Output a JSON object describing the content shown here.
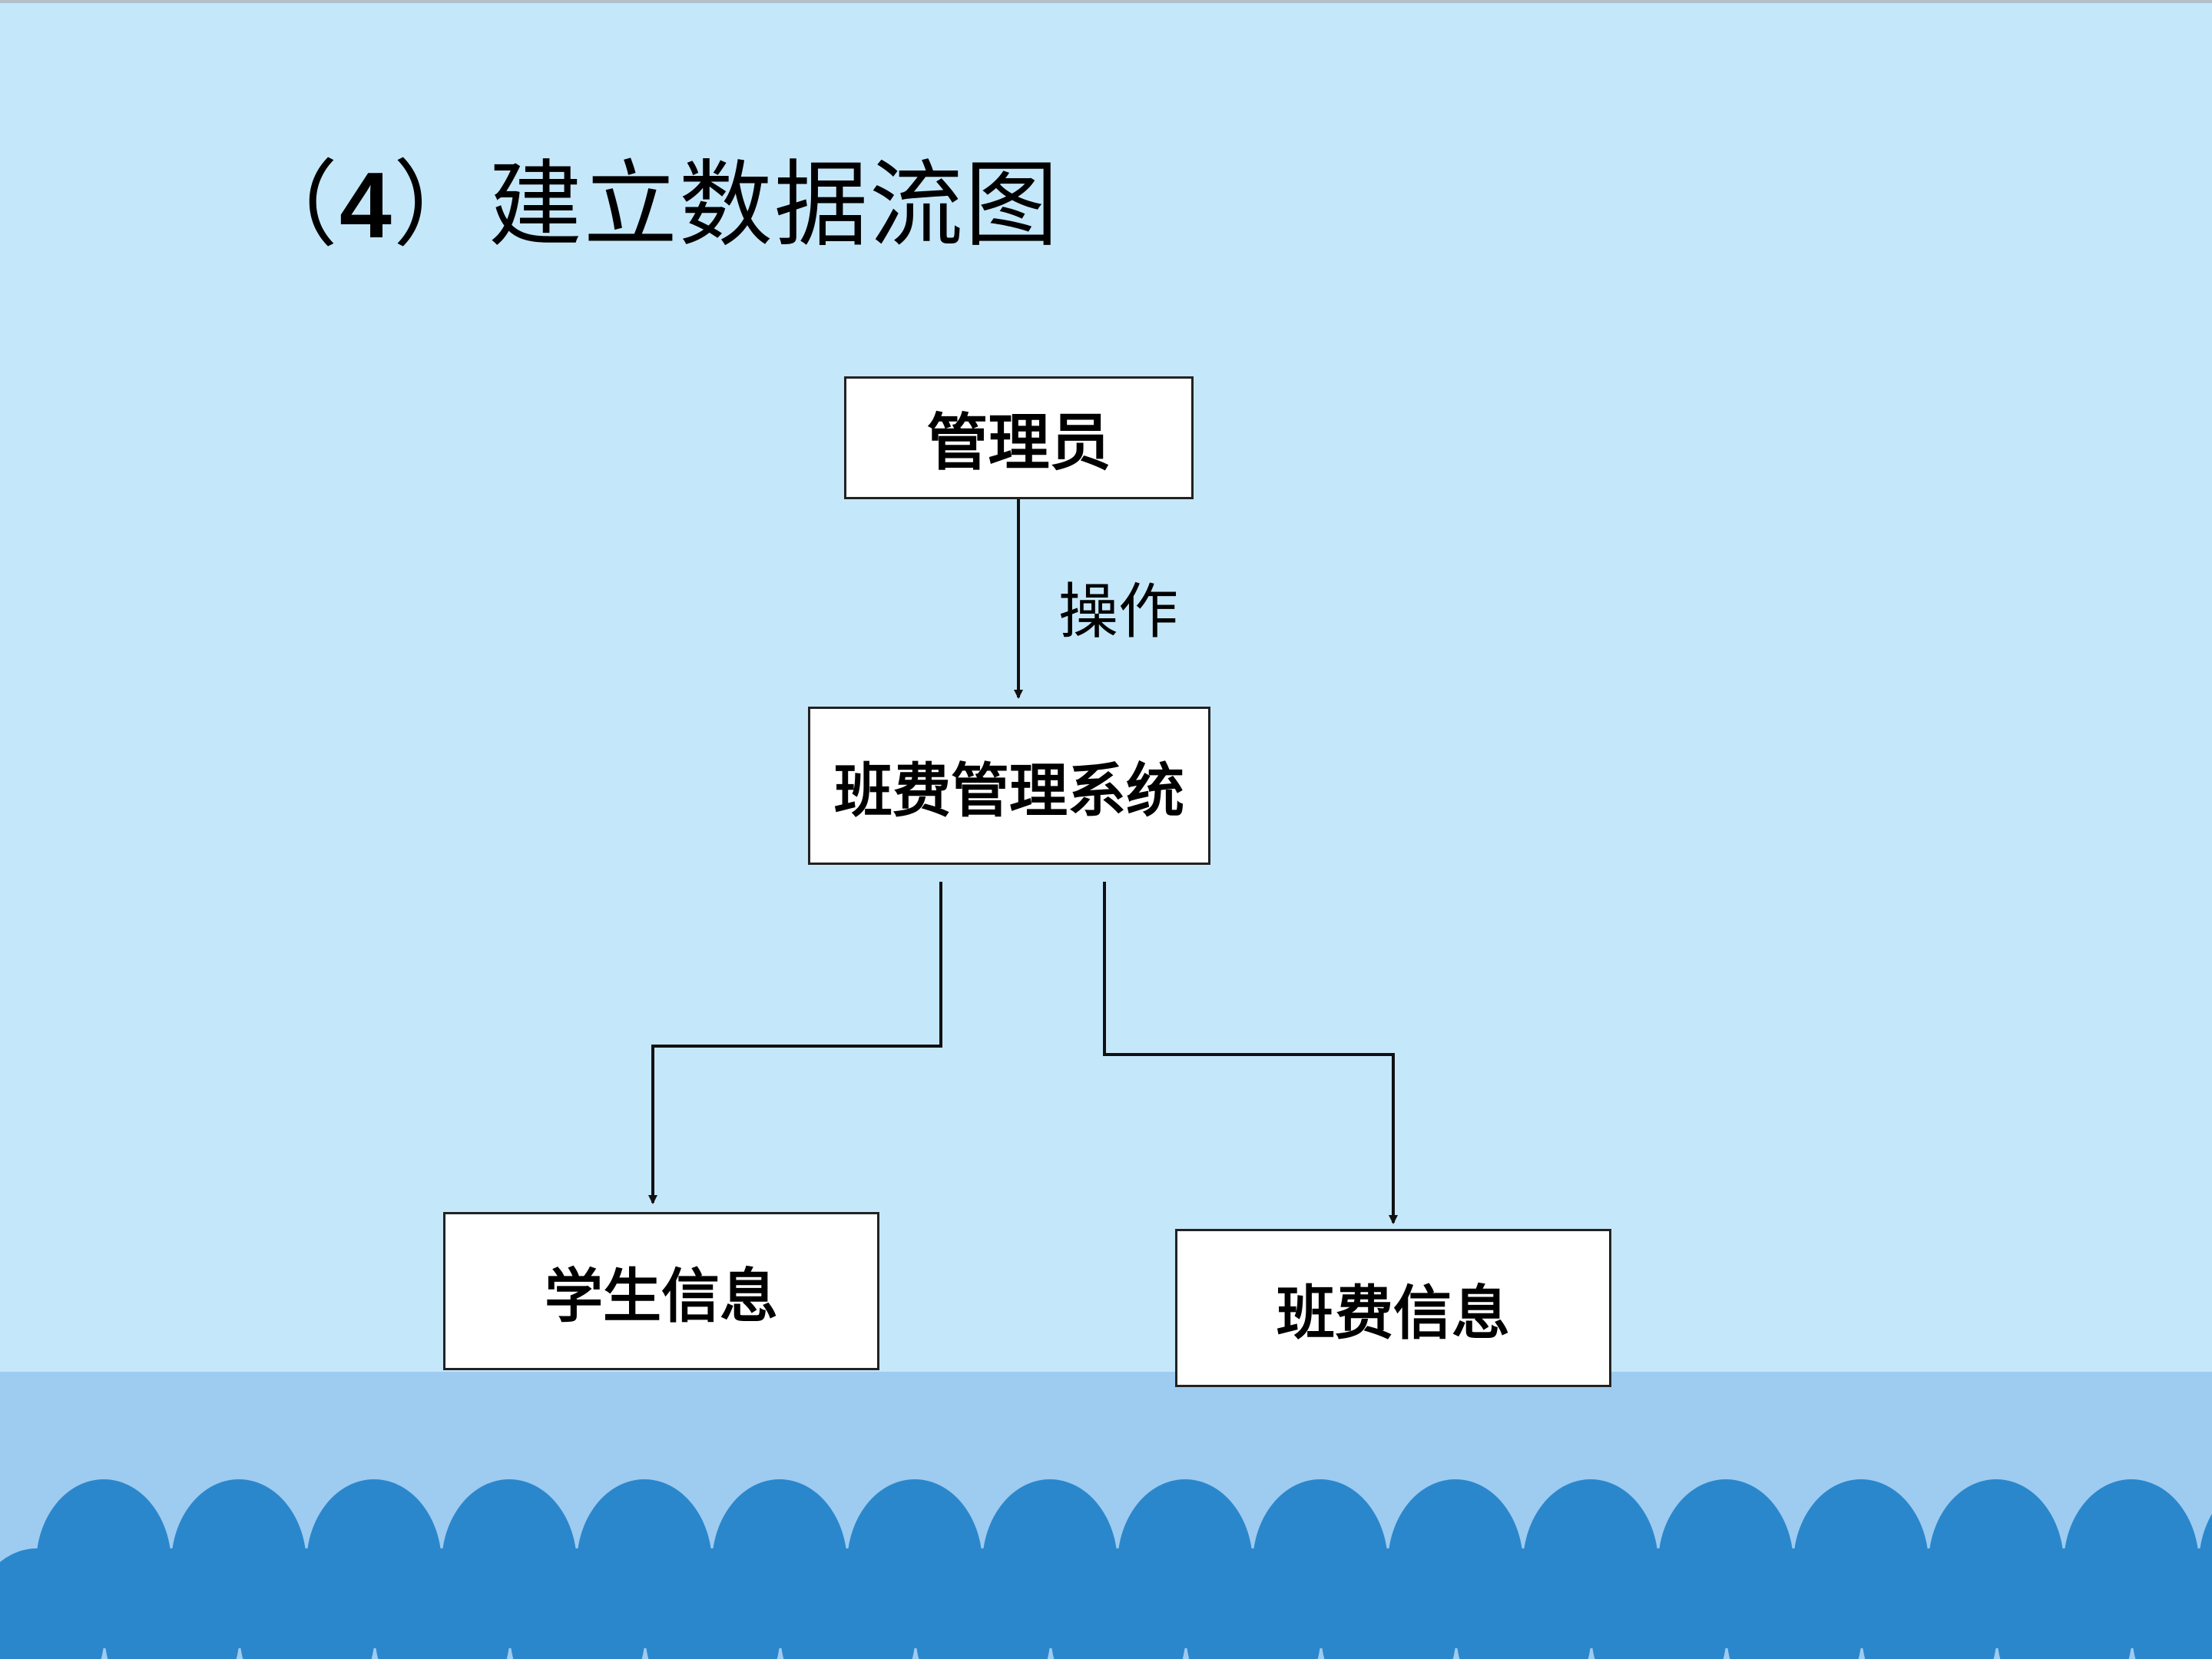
{
  "title": {
    "prefix": "（",
    "number": "4",
    "suffix": "）建立数据流图"
  },
  "diagram": {
    "nodes": {
      "admin": "管理员",
      "system": "班费管理系统",
      "student_info": "学生信息",
      "fee_info": "班费信息"
    },
    "edges": {
      "operate_label": "操作"
    }
  },
  "colors": {
    "background": "#c5e7fa",
    "ground": "#9ecbf0",
    "waves": "#2b87cc",
    "box_fill": "#ffffff",
    "line": "#111111"
  }
}
